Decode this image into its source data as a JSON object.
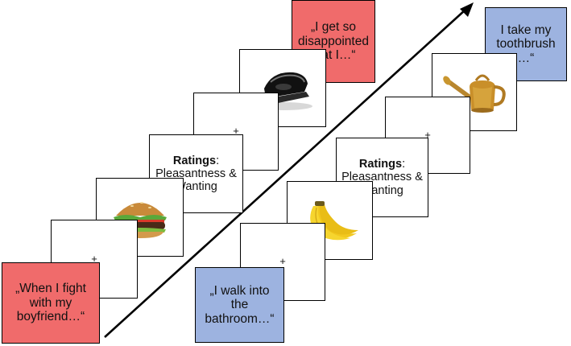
{
  "colors": {
    "negative_cue": "#f06b6b",
    "neutral_cue": "#9db3e0",
    "card": "#ffffff",
    "line": "#000000"
  },
  "left_sequence": {
    "cue_start": "„When I fight with my boyfriend…“",
    "fixation_1": "+",
    "food_image": "burger-icon",
    "ratings_label": "Ratings",
    "ratings_colon": ":",
    "ratings_text": "Pleasantness & Wanting",
    "fixation_2": "+",
    "object_image": "hole-punch-icon",
    "cue_end": "„I get so disappointed that I…“"
  },
  "right_sequence": {
    "cue_start": "„I walk into the bathroom…“",
    "fixation_1": "+",
    "food_image": "banana-icon",
    "ratings_label": "Ratings",
    "ratings_colon": ":",
    "ratings_text": "Pleasantness & Wanting",
    "fixation_2": "+",
    "object_image": "watering-can-icon",
    "cue_end": "I take my toothbrush …“"
  }
}
